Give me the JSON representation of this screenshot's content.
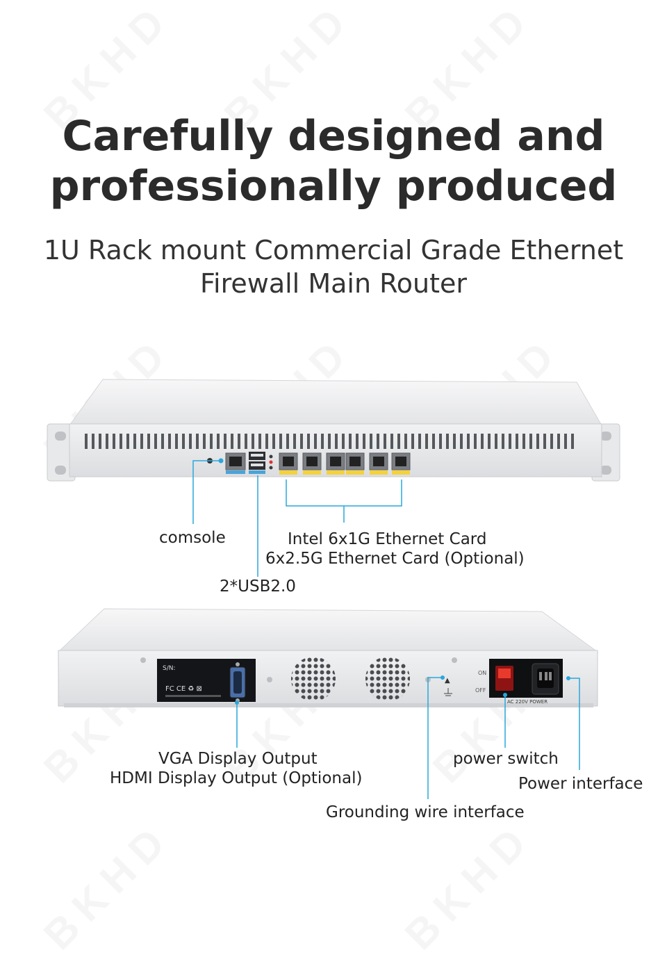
{
  "watermark": "BKHD",
  "heading": {
    "title_lines": [
      "Carefully designed and",
      "professionally produced"
    ],
    "subtitle_lines": [
      "1U Rack mount Commercial Grade Ethernet",
      "Firewall Main Router"
    ]
  },
  "front_panel": {
    "labels": {
      "console": "comsole",
      "usb": "2*USB2.0",
      "ethernet_line1": "Intel 6x1G Ethernet Card",
      "ethernet_line2": "6x2.5G Ethernet Card (Optional)"
    }
  },
  "rear_panel": {
    "sn_label": "S/N:",
    "on_label": "ON",
    "off_label": "OFF",
    "power_rating": "AC 220V POWER",
    "labels": {
      "vga_line1": "VGA Display Output",
      "vga_line2": "HDMI Display Output (Optional)",
      "power_switch": "power switch",
      "power_interface": "Power interface",
      "grounding": "Grounding wire interface"
    }
  },
  "colors": {
    "callout": "#29a7dc",
    "chassis": "#e9eaec",
    "chassis_edge": "#cfd1d4",
    "port_tag": "#f4d23c"
  }
}
